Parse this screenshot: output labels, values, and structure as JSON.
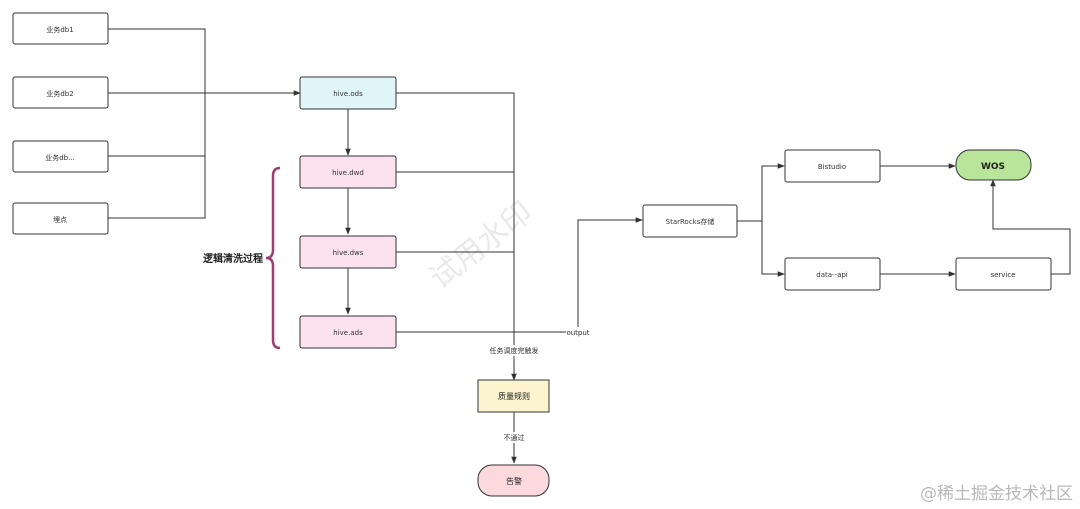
{
  "nodes": {
    "db1": {
      "label": "业务db1",
      "fill": "#ffffff"
    },
    "db2": {
      "label": "业务db2",
      "fill": "#ffffff"
    },
    "dbn": {
      "label": "业务db...",
      "fill": "#ffffff"
    },
    "maidian": {
      "label": "埋点",
      "fill": "#ffffff"
    },
    "ods": {
      "label": "hive.ods",
      "fill": "#e0f5f7"
    },
    "dwd": {
      "label": "hive.dwd",
      "fill": "#fce1ee"
    },
    "dws": {
      "label": "hive.dws",
      "fill": "#fce1ee"
    },
    "ads": {
      "label": "hive.ads",
      "fill": "#fce1ee"
    },
    "quality": {
      "label": "质量规则",
      "fill": "#fbf4cf"
    },
    "alarm": {
      "label": "告警",
      "fill": "#fbd9dc"
    },
    "starrocks": {
      "label": "StarRocks存储",
      "fill": "#ffffff"
    },
    "bistudio": {
      "label": "Bistudio",
      "fill": "#ffffff"
    },
    "dataapi": {
      "label": "data--api",
      "fill": "#ffffff"
    },
    "service": {
      "label": "service",
      "fill": "#ffffff"
    },
    "wos": {
      "label": "WOS",
      "fill": "#b9e59a"
    }
  },
  "edge_labels": {
    "trigger": "任务调度完触发",
    "fail": "不通过",
    "output": "output"
  },
  "group_label": "逻辑清洗过程",
  "brace_color": "#9b3f73",
  "watermarks": {
    "center": "试用水印",
    "corner": "@稀土掘金技术社区"
  }
}
